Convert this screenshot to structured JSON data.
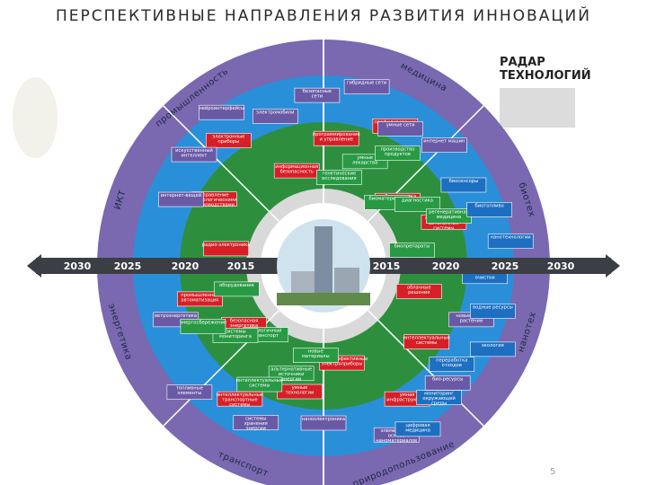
{
  "title": "ПЕРСПЕКТИВНЫЕ НАПРАВЛЕНИЯ РАЗВИТИЯ ИННОВАЦИЙ",
  "radar_title": "РАДАР ТЕХНОЛОГИЙ",
  "page_number": "5",
  "years": [
    "2030",
    "2025",
    "2020",
    "2015",
    "2015",
    "2020",
    "2025",
    "2030"
  ],
  "sectors": [
    "промышленность",
    "медицина",
    "биотех",
    "ИКТ",
    "энергетика",
    "нанотех",
    "транспорт",
    "природопользование"
  ],
  "colors": {
    "ring_outer": "#7a68b1",
    "ring_mid": "#2a8fd9",
    "ring_inner": "#2d8f3e",
    "box_red": "#d61f26",
    "box_purple": "#6a5aa6",
    "box_green": "#279a43",
    "box_blue": "#1d6fc1",
    "center": "#ffffff",
    "arrow": "#3b3f45"
  },
  "items": {
    "red": [
      "радио-электроника",
      "управление технологическими производствами",
      "электронные приборы",
      "информационная безопасность",
      "программирование и управление",
      "профилирование и доработка",
      "робототехника",
      "беспилотные и автономные системы",
      "облачные решения",
      "интеллектуальные системы",
      "умная инфраструктура",
      "высокоэффективные электроприборы",
      "умные технологии",
      "интеллектуальные транспортные системы",
      "безопасная энергетика",
      "промышленная автоматизация"
    ],
    "purple": [
      "интернет-вещей",
      "искусственный интеллект",
      "нейроинтерфейсы",
      "электромобили",
      "безопасные сети",
      "гибридные сети",
      "умные сети",
      "интернет машин",
      "новые сорта растений",
      "био-ресурсы",
      "элементы на основе наноматериалов",
      "наноэлектроника",
      "системы хранения энергии",
      "топливные элементы",
      "ветроэнергетика"
    ],
    "green": [
      "генетические исследования",
      "умные лекарства",
      "производство продуктов",
      "биоматериалы",
      "диагностика",
      "регенеративная медицина",
      "биопрепараты",
      "новые материалы",
      "альтернативные источники энергии",
      "интеллектуальные системы",
      "экологичный транспорт",
      "системы мониторинга",
      "энергосбережение",
      "оборудование"
    ],
    "blue": [
      "биосенсоры",
      "биотопливо",
      "нанотехнологии",
      "системы очистки",
      "водные ресурсы",
      "экология",
      "переработка отходов",
      "мониторинг окружающей среды",
      "цифровая медицина"
    ]
  }
}
